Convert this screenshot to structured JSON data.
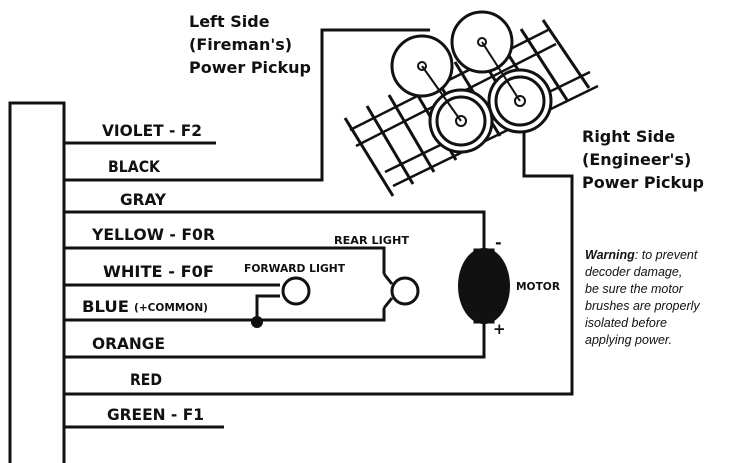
{
  "wires": [
    {
      "id": "violet",
      "label": "VIOLET - F2"
    },
    {
      "id": "black",
      "label": "BLACK"
    },
    {
      "id": "gray",
      "label": "GRAY"
    },
    {
      "id": "yellow",
      "label": "YELLOW - F0R"
    },
    {
      "id": "white",
      "label": "WHITE - F0F"
    },
    {
      "id": "blue",
      "label": "BLUE",
      "suffix": "(+COMMON)"
    },
    {
      "id": "orange",
      "label": "ORANGE"
    },
    {
      "id": "red",
      "label": "RED"
    },
    {
      "id": "green",
      "label": "GREEN - F1"
    }
  ],
  "labels": {
    "rear_light": "REAR LIGHT",
    "forward_light": "FORWARD LIGHT",
    "motor": "MOTOR",
    "motor_minus": "-",
    "motor_plus": "+"
  },
  "left_pickup": [
    "Left Side",
    "(Fireman's)",
    "Power Pickup"
  ],
  "right_pickup": [
    "Right Side",
    "(Engineer's)",
    "Power Pickup"
  ],
  "warning": {
    "bold": "Warning",
    "lines": [
      ": to prevent",
      "decoder damage,",
      "be sure the motor",
      "brushes are properly",
      "isolated before",
      "applying power."
    ]
  },
  "colors": {
    "ink": "#111111",
    "background": "#ffffff"
  }
}
